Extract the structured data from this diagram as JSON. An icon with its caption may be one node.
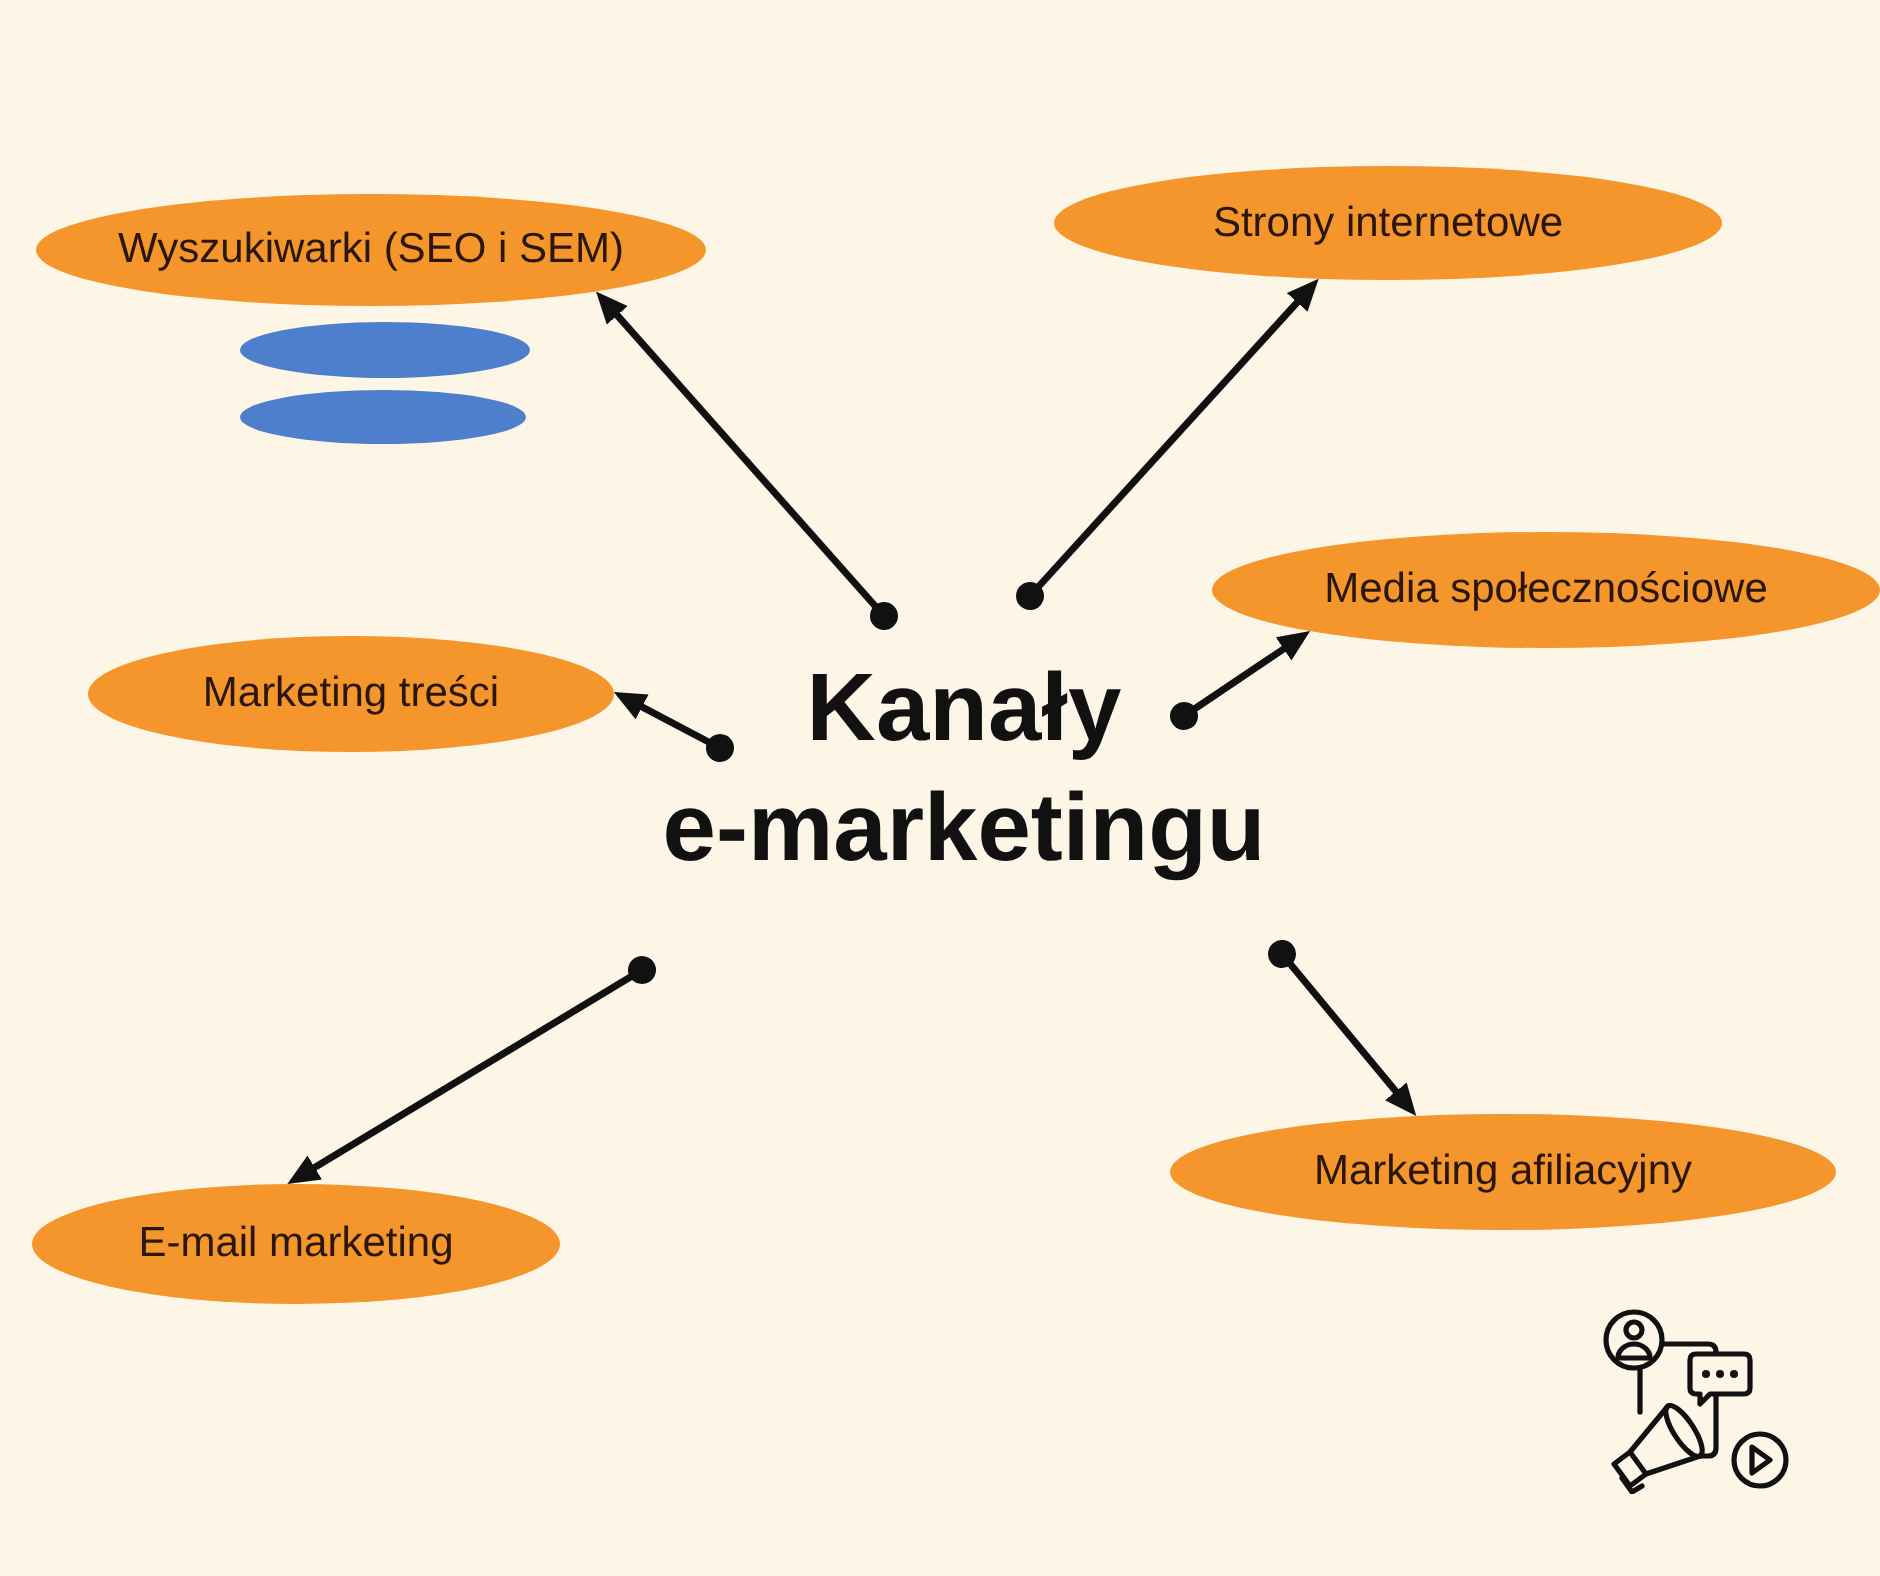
{
  "diagram": {
    "nodes": [
      {
        "text": [
          "Wyszukiwarki (SEO i SEM)"
        ]
      },
      {
        "text": [
          "Strony internetowe"
        ]
      },
      {
        "text": [],
        "shape": "ellipse"
      },
      {
        "text": [],
        "shape": "ellipse"
      },
      {
        "text": [
          "Media społecznościowe"
        ]
      },
      {
        "text": [
          "Marketing treści"
        ]
      },
      {
        "text": [
          "Kanały e-marketingu"
        ]
      },
      {
        "text": [
          "Marketing afiliacyjny"
        ]
      },
      {
        "text": [
          "E-mail marketing"
        ]
      }
    ],
    "edges": [
      {
        "from": 6,
        "to": 0,
        "arrow": "to"
      },
      {
        "from": 6,
        "to": 1,
        "arrow": "to"
      },
      {
        "from": 6,
        "to": 4,
        "arrow": "to"
      },
      {
        "from": 6,
        "to": 5,
        "arrow": "to"
      },
      {
        "from": 6,
        "to": 8,
        "arrow": "to"
      },
      {
        "from": 6,
        "to": 7,
        "arrow": "to"
      }
    ]
  }
}
